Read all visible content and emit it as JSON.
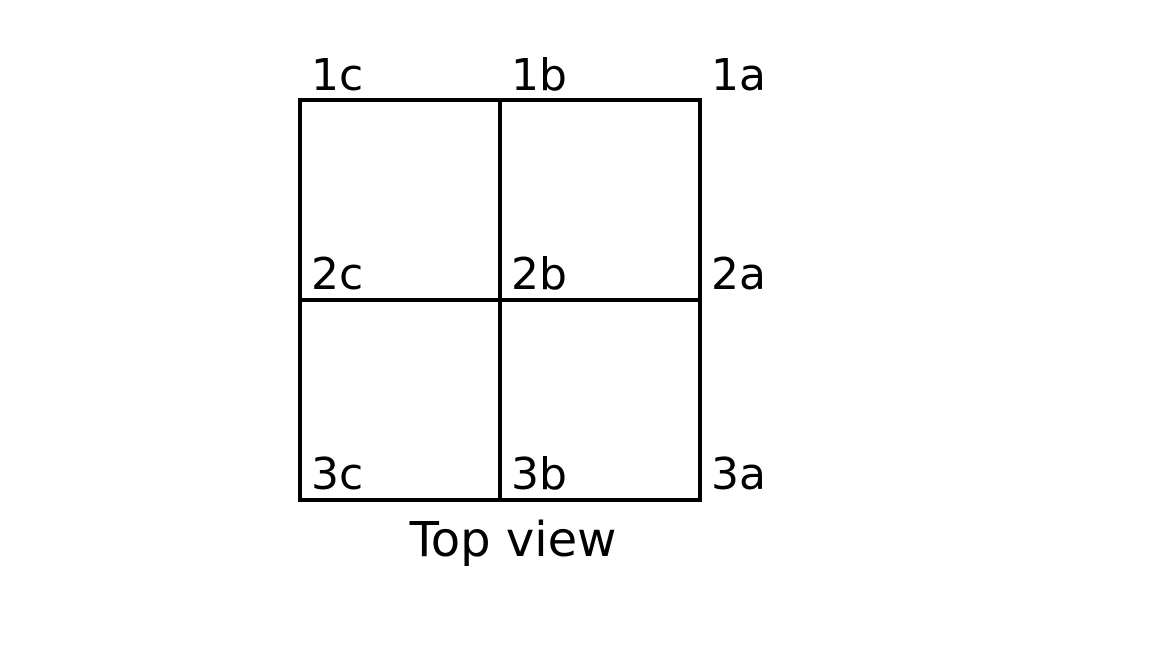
{
  "diagram": {
    "caption": "Top view",
    "line_color": "#000000",
    "rows": [
      [
        "1c",
        "1b",
        "1a"
      ],
      [
        "2c",
        "2b",
        "2a"
      ],
      [
        "3c",
        "3b",
        "3a"
      ]
    ]
  }
}
